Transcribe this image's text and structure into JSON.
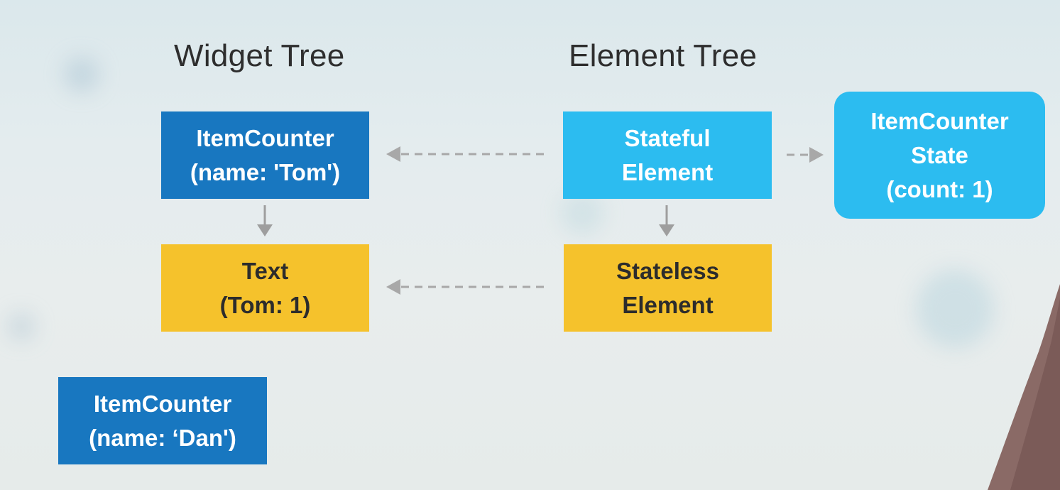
{
  "headings": {
    "widget_tree": "Widget Tree",
    "element_tree": "Element Tree"
  },
  "widget_tree": {
    "item_counter_tom": {
      "line1": "ItemCounter",
      "line2": "(name: 'Tom')"
    },
    "text_tom": {
      "line1": "Text",
      "line2": "(Tom: 1)"
    }
  },
  "element_tree": {
    "stateful_element": {
      "line1": "Stateful",
      "line2": "Element"
    },
    "stateless_element": {
      "line1": "Stateless",
      "line2": "Element"
    }
  },
  "state_object": {
    "line1": "ItemCounter",
    "line2": "State",
    "line3": "(count: 1)"
  },
  "detached_widget": {
    "line1": "ItemCounter",
    "line2": "(name: ‘Dan')"
  },
  "colors": {
    "widget_blue": "#1877c0",
    "element_blue": "#2cbcf0",
    "stateless_yellow": "#f5c22c",
    "arrow_gray": "#9e9e9e"
  }
}
